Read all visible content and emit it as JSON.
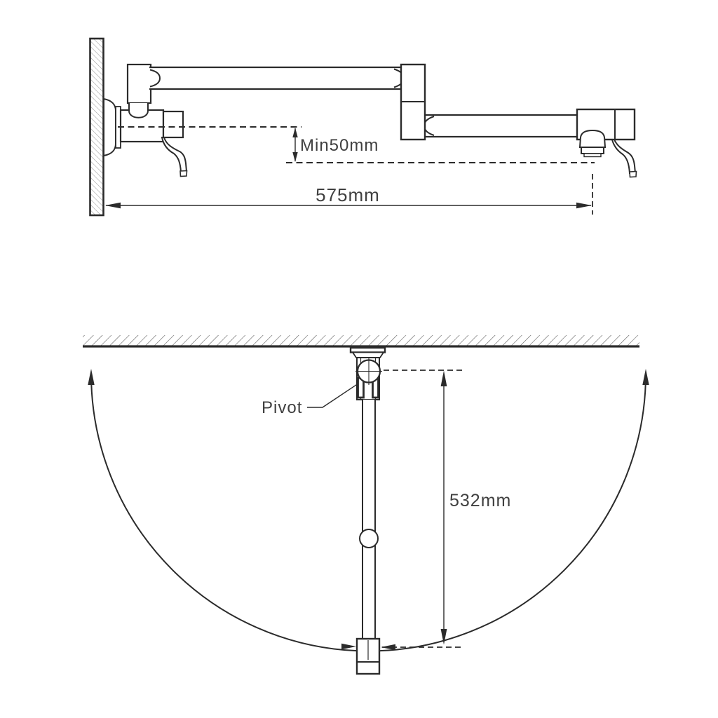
{
  "colors": {
    "line": "#2b2b2b",
    "wall_hatch_side": "#9b9b9b",
    "wall_hatch_plan": "#5f5f5f",
    "text": "#404040",
    "background": "#ffffff"
  },
  "side_view": {
    "min_clearance_label": "Min50mm",
    "reach_label": "575mm"
  },
  "plan_view": {
    "pivot_label": "Pivot",
    "swing_label": "532mm"
  }
}
